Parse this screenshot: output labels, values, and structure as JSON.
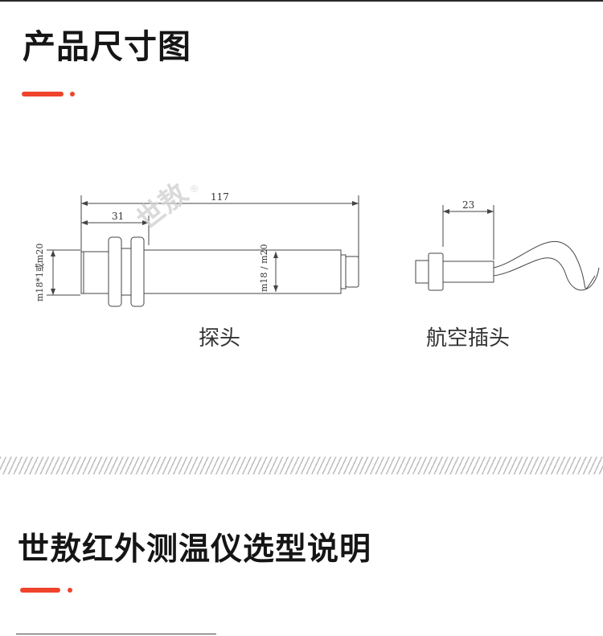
{
  "sections": {
    "dimension": {
      "title": "产品尺寸图"
    },
    "selection": {
      "title": "世敖红外测温仪选型说明"
    }
  },
  "colors": {
    "accent": "#f0432c",
    "line": "#444444",
    "title": "#151515"
  },
  "drawing": {
    "probe": {
      "caption": "探头",
      "total_length": "117",
      "thread_length": "31",
      "thread_spec": "m18*1或m20",
      "body_spec": "m18 / m20"
    },
    "plug": {
      "caption": "航空插头",
      "length": "23"
    }
  },
  "watermark": {
    "text": "世敖",
    "mark": "®"
  }
}
